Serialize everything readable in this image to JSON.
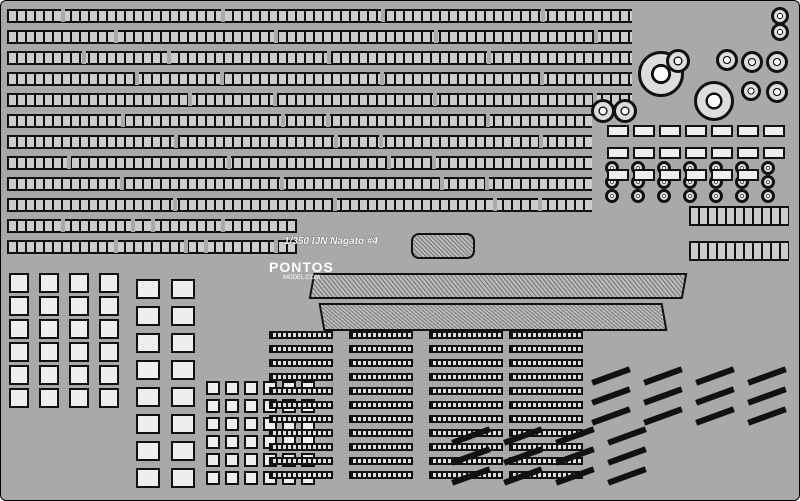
{
  "fret": {
    "title": "1/350 IJN Nagato #4",
    "logo_main": "PONTOS",
    "logo_sub": "MODEL.COM",
    "background_color": "#a9a9a9"
  }
}
